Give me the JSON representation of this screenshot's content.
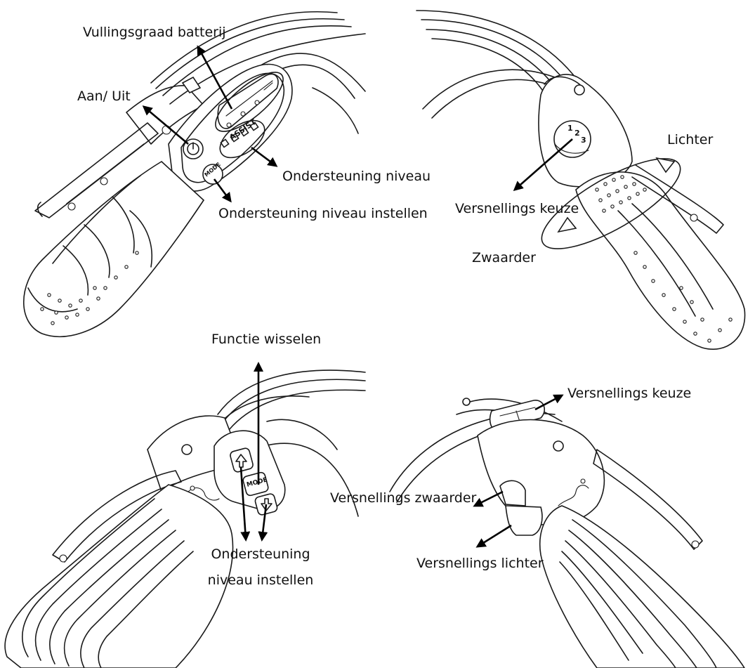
{
  "panels": {
    "top_left": {
      "labels": {
        "battery": "Vullingsgraad batterij",
        "power": "Aan/ Uit",
        "support_level": "Ondersteuning niveau",
        "support_set": "Ondersteuning niveau instellen"
      },
      "display_text": {
        "assist": "ASSIST",
        "mode": "MODE"
      }
    },
    "top_right": {
      "labels": {
        "lighter": "Lichter",
        "gear_select": "Versnellings keuze",
        "heavier": "Zwaarder"
      },
      "gear_numbers": [
        "1",
        "2",
        "3"
      ]
    },
    "bottom_left": {
      "labels": {
        "switch_function": "Functie wisselen",
        "support_line1": "Ondersteuning",
        "support_line2": "niveau instellen"
      },
      "display_text": {
        "mode": "MODE"
      }
    },
    "bottom_right": {
      "labels": {
        "gear_select": "Versnellings keuze",
        "gear_heavier": "Versnellings zwaarder",
        "gear_lighter": "Versnellings lichter"
      }
    }
  }
}
